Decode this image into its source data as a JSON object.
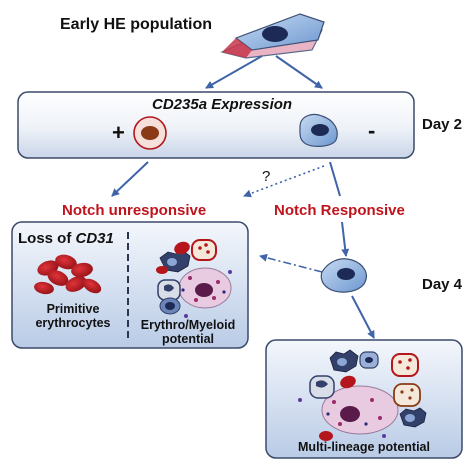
{
  "top_label": "Early HE population",
  "expression_box": {
    "title": "CD235a Expression",
    "plus": "+",
    "minus": "-"
  },
  "question_mark": "?",
  "days": {
    "day2": "Day 2",
    "day4": "Day 4"
  },
  "notch_unresponsive": "Notch unresponsive",
  "notch_responsive": "Notch Responsive",
  "left_panel": {
    "loss_prefix": "Loss of ",
    "loss_gene": "CD31",
    "primitive_line1": "Primitive",
    "primitive_line2": "erythrocytes",
    "erythro_line1": "Erythro/Myeloid",
    "erythro_line2": "potential"
  },
  "bottom_panel": {
    "label": "Multi-lineage  potential"
  },
  "colors": {
    "accent_red": "#c0141c",
    "arrow_blue": "#3f64a8",
    "cell_blue": "#7fa6dc",
    "nucleus_navy": "#1c2a55",
    "erythrocyte_red": "#b5161c"
  }
}
